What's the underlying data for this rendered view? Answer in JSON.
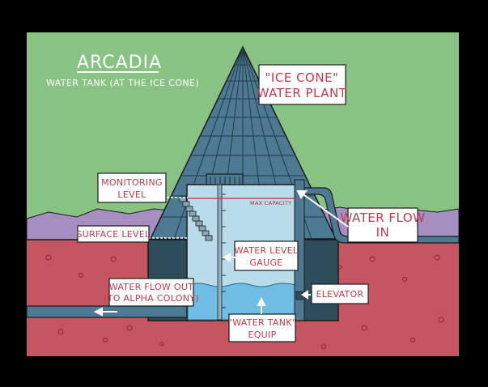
{
  "header": {
    "title": "ARCADIA",
    "subtitle": "WATER TANK (AT THE ICE CONE)"
  },
  "labels": {
    "ice_cone_line1": "\"ICE CONE\"",
    "ice_cone_line2": "WATER PLANT",
    "monitoring_line1": "MONITORING",
    "monitoring_line2": "LEVEL",
    "surface_level": "SURFACE LEVEL",
    "max_capacity": "MAX CAPACITY",
    "water_flow_in_line1": "WATER FLOW",
    "water_flow_in_line2": "IN",
    "water_level_gauge_line1": "WATER LEVEL",
    "water_level_gauge_line2": "GAUGE",
    "water_flow_out_line1": "WATER FLOW OUT",
    "water_flow_out_line2": "(TO ALPHA COLONY)",
    "elevator": "ELEVATOR",
    "water_tank_equip_line1": "\"WATER TANK\"",
    "water_tank_equip_line2": "EQUIP"
  },
  "colors": {
    "sky": "#88c383",
    "mountains": "#a58fc0",
    "ground": "#c55560",
    "cone": "#4d7a92",
    "tank_wall": "#2e4d5a",
    "tank_interior": "#b9dcea",
    "water": "#6fbde3",
    "label_text": "#c53a4a",
    "max_capacity_line": "#d8283a"
  }
}
